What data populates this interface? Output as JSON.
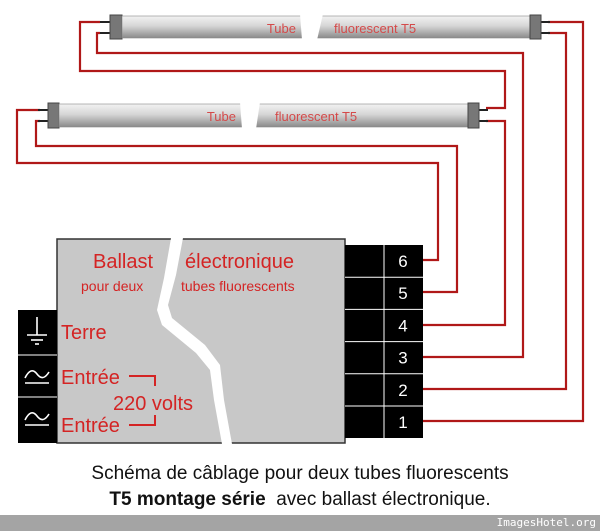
{
  "tubes": [
    {
      "label_left": "Tube",
      "label_right": "fluorescent T5"
    },
    {
      "label_left": "Tube",
      "label_right": "fluorescent T5"
    }
  ],
  "ballast": {
    "title_left": "Ballast",
    "title_right": "électronique",
    "subtitle_left": "pour deux",
    "subtitle_right": "tubes fluorescents",
    "earth_label": "Terre",
    "input1_label": "Entrée",
    "input2_label": "Entrée",
    "voltage_label": "220 volts"
  },
  "terminals": [
    "6",
    "5",
    "4",
    "3",
    "2",
    "1"
  ],
  "caption": {
    "line1": "Schéma de câblage pour deux tubes fluorescents",
    "line2_bold": "T5 montage série",
    "line2_rest": "  avec ballast électronique."
  },
  "watermark": "ImagesHotel.org",
  "colors": {
    "wire": "#b01818",
    "label": "#d42424",
    "ballast": "#c8c8c8",
    "terminal": "#000000"
  }
}
